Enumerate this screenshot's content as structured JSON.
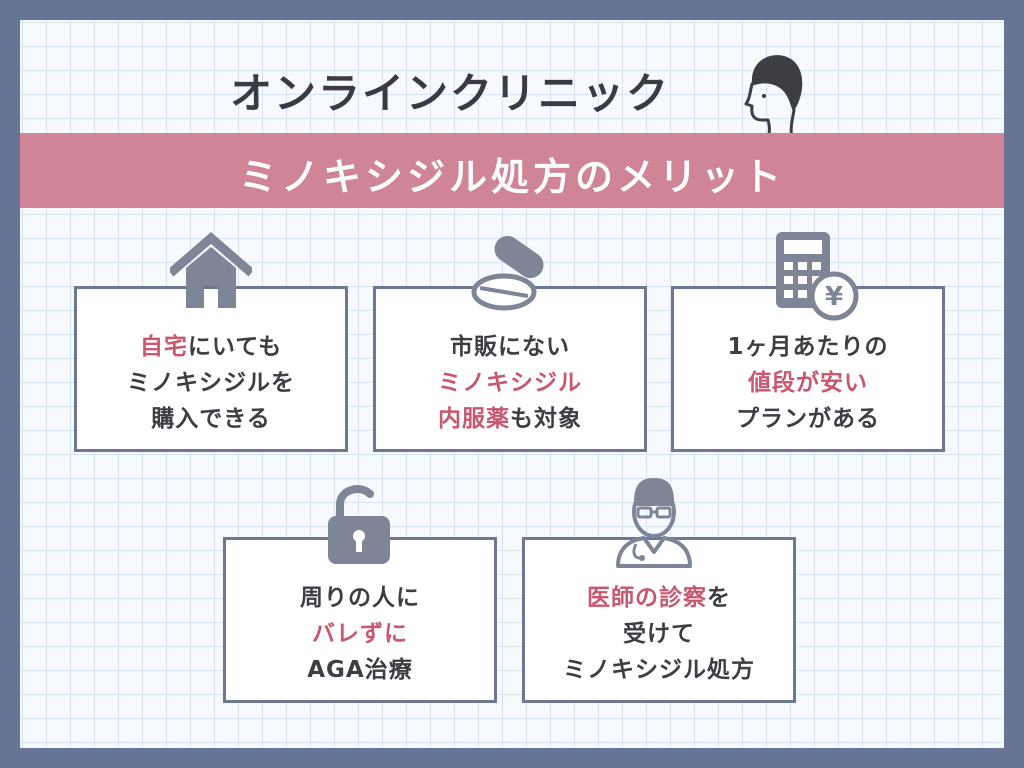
{
  "header": {
    "title": "オンラインクリニック",
    "icon": "man-head-profile-icon"
  },
  "banner": {
    "title": "ミノキシジル処方のメリット",
    "color": "#cf8497"
  },
  "colors": {
    "frame": "#667596",
    "highlight": "#c8576f",
    "text": "#3d3d44",
    "icon": "#7e8597"
  },
  "cards": [
    {
      "icon": "house-icon",
      "lines": [
        [
          {
            "t": "自宅",
            "hl": true
          },
          {
            "t": "にいても",
            "hl": false
          }
        ],
        [
          {
            "t": "ミノキシジルを",
            "hl": false
          }
        ],
        [
          {
            "t": "購入できる",
            "hl": false
          }
        ]
      ]
    },
    {
      "icon": "pill-capsule-icon",
      "lines": [
        [
          {
            "t": "市販にない",
            "hl": false
          }
        ],
        [
          {
            "t": "ミノキシジル",
            "hl": true
          }
        ],
        [
          {
            "t": "内服薬",
            "hl": true
          },
          {
            "t": "も対象",
            "hl": false
          }
        ]
      ]
    },
    {
      "icon": "calculator-yen-icon",
      "lines": [
        [
          {
            "t": "1ヶ月あたりの",
            "hl": false
          }
        ],
        [
          {
            "t": "値段が安い",
            "hl": true
          }
        ],
        [
          {
            "t": "プランがある",
            "hl": false
          }
        ]
      ]
    },
    {
      "icon": "padlock-open-icon",
      "lines": [
        [
          {
            "t": "周りの人に",
            "hl": false
          }
        ],
        [
          {
            "t": "バレずに",
            "hl": true
          }
        ],
        [
          {
            "t": "AGA治療",
            "hl": false
          }
        ]
      ]
    },
    {
      "icon": "doctor-icon",
      "lines": [
        [
          {
            "t": "医師の診察",
            "hl": true
          },
          {
            "t": "を",
            "hl": false
          }
        ],
        [
          {
            "t": "受けて",
            "hl": false
          }
        ],
        [
          {
            "t": "ミノキシジル処方",
            "hl": false
          }
        ]
      ]
    }
  ]
}
